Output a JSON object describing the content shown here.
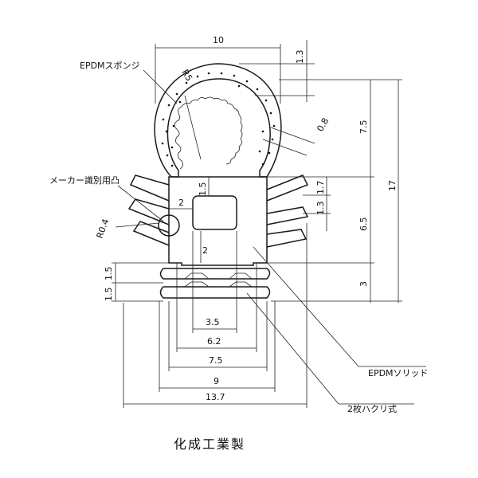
{
  "labels": {
    "sponge": "EPDMスポンジ",
    "solid": "EPDMソリッド",
    "maker_mark": "メーカー識別用凸",
    "peel_type": "2枚ハクリ式",
    "radius_r5": "R5",
    "radius_r04": "R0.4",
    "company": "化成工業製"
  },
  "dimensions": {
    "top_width": "10",
    "top_gap": "1.3",
    "wall": "0.8",
    "bulb_height": "7.5",
    "total_height": "17",
    "mid_height": "6.5",
    "base_height": "3",
    "fin_top": "1.5",
    "fin_mid": "1.7",
    "fin_low": "1.3",
    "hole_offset": "2",
    "slot_offset": "2",
    "strip_a": "1.5",
    "strip_b": "1.5",
    "w_3_5": "3.5",
    "w_6_2": "6.2",
    "w_7_5": "7.5",
    "w_9": "9",
    "w_13_7": "13.7"
  }
}
